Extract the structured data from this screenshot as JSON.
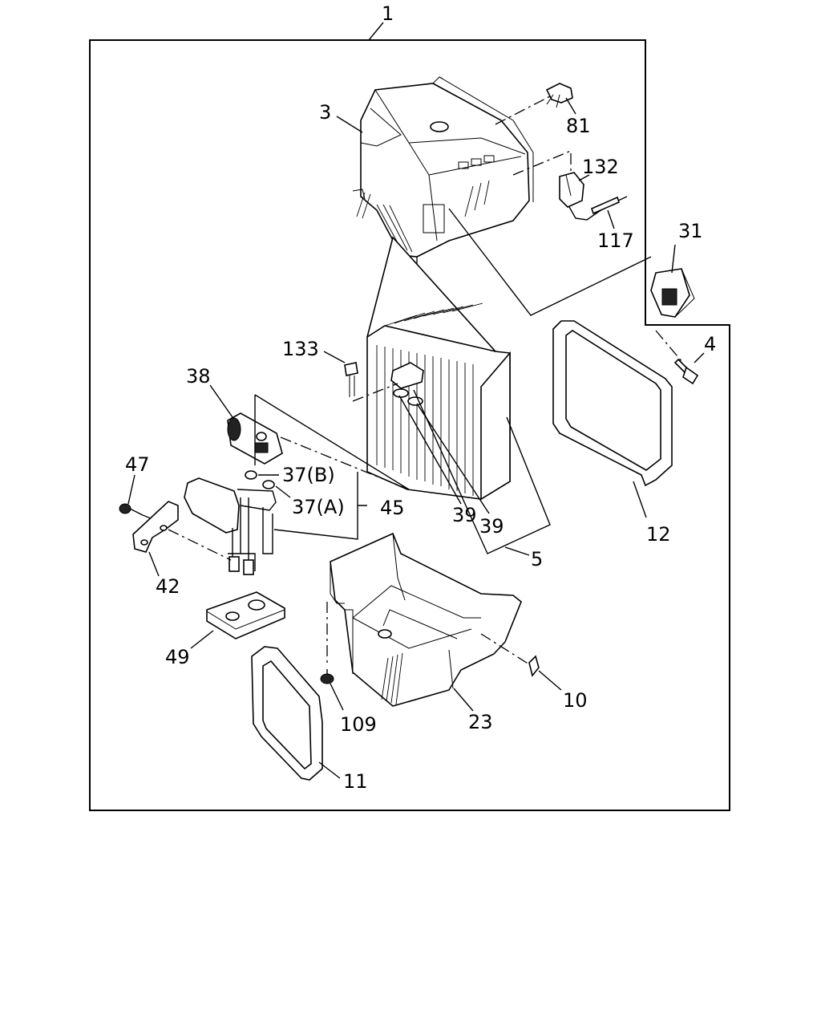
{
  "callouts": {
    "c1": "1",
    "c3": "3",
    "c81": "81",
    "c132": "132",
    "c117": "117",
    "c31": "31",
    "c4": "4",
    "c133": "133",
    "c38": "38",
    "c47": "47",
    "c37b": "37(B)",
    "c37a": "37(A)",
    "c45": "45",
    "c39a": "39",
    "c39b": "39",
    "c5": "5",
    "c12": "12",
    "c42": "42",
    "c49": "49",
    "c109": "109",
    "c23": "23",
    "c10": "10",
    "c11": "11"
  }
}
